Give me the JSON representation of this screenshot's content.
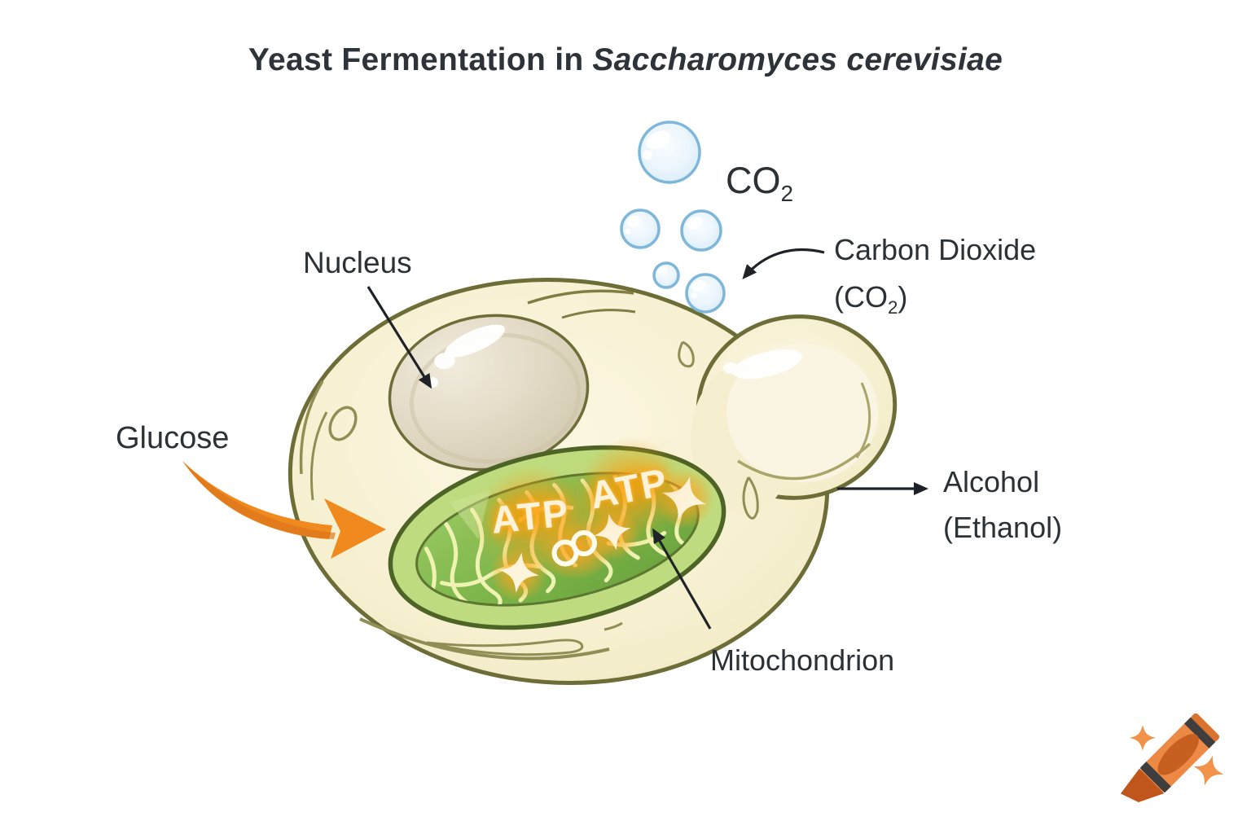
{
  "title": {
    "prefix": "Yeast Fermentation in",
    "species": "Saccharomyces cerevisiae"
  },
  "labels": {
    "nucleus": "Nucleus",
    "glucose": "Glucose",
    "co2_base": "CO",
    "co2_subscript": "2",
    "carbon_dioxide_line1": "Carbon Dioxide",
    "carbon_dioxide_line2_prefix": "(CO",
    "carbon_dioxide_line2_subscript": "2",
    "carbon_dioxide_line2_suffix": ")",
    "alcohol_line1": "Alcohol",
    "alcohol_line2": "(Ethanol)",
    "mitochondrion": "Mitochondrion",
    "atp_first": "ATP",
    "atp_second": "ATP"
  },
  "icons": {
    "co2_bubbles": "five light-blue bubbles rising from the bud",
    "crayon": "orange crayon watermark with two sparkles",
    "sparkles": "four-point glowing sparkles inside mitochondrion",
    "atp_rings": "two glowing white rings inside mitochondrion"
  },
  "colors": {
    "background": "#ffffff",
    "text": "#2c3136",
    "cell_fill": "#f6f0d0",
    "cell_outline": "#6d6d38",
    "nucleus_fill": "#e3dcc6",
    "mitochondrion_outer": "#bedc7f",
    "mitochondrion_inner": "#7ab14b",
    "mitochondrion_outline": "#4e6326",
    "cristae": "#eef3b2",
    "atp_text": "#fdf3da",
    "atp_glow": "#fb9d06",
    "glucose_arrow": "#f18a1e",
    "bubble_outline": "#7eb7d9",
    "bubble_fill": "#eaf4fb",
    "black_arrow": "#1f2328",
    "crayon_body": "#ec8a45",
    "crayon_dark": "#c0561c"
  }
}
